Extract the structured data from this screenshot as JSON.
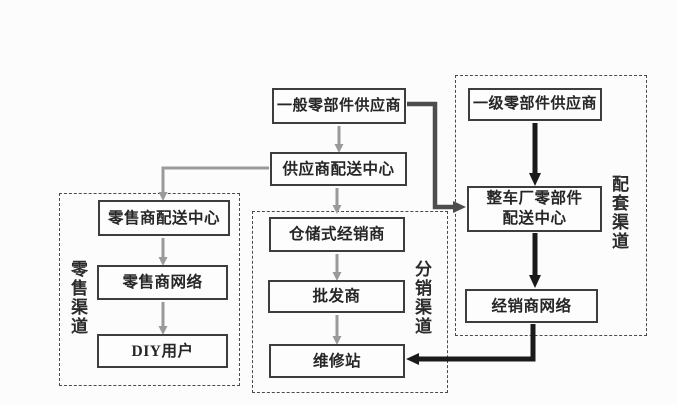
{
  "meta": {
    "type": "flow-diagram",
    "language": "zh",
    "background": "#fcfcfc"
  },
  "colors": {
    "box_border": "#3d3d3d",
    "container_border": "#4a4a4a",
    "text": "#262626",
    "arrow_gray": "#9a9a9a",
    "arrow_dark_gray": "#4d4d4d",
    "arrow_black": "#1a1a1a"
  },
  "boxes": {
    "general_supplier": {
      "label": "一般零部件供应商"
    },
    "supplier_dc": {
      "label": "供应商配送中心"
    },
    "retailer_dc": {
      "label": "零售商配送中心"
    },
    "retailer_network": {
      "label": "零售商网络"
    },
    "diy_user": {
      "label": "DIY用户"
    },
    "warehouse_dealer": {
      "label": "仓储式经销商"
    },
    "wholesaler": {
      "label": "批发商"
    },
    "repair_station": {
      "label": "维修站"
    },
    "tier1_supplier": {
      "label": "一级零部件供应商"
    },
    "oem_parts_dc": {
      "label_line1": "整车厂零部件",
      "label_line2": "配送中心"
    },
    "dealer_network": {
      "label": "经销商网络"
    }
  },
  "channels": {
    "retail": {
      "label": "零售渠道"
    },
    "distribution": {
      "label": "分销渠道"
    },
    "oem": {
      "label": "配套渠道"
    }
  },
  "flows": [
    {
      "from": "一般零部件供应商",
      "to": "供应商配送中心",
      "style": "gray"
    },
    {
      "from": "一般零部件供应商",
      "to": "整车厂零部件配送中心",
      "style": "dark-gray"
    },
    {
      "from": "供应商配送中心",
      "to": "零售商配送中心",
      "style": "gray"
    },
    {
      "from": "供应商配送中心",
      "to": "仓储式经销商",
      "style": "gray"
    },
    {
      "from": "零售商配送中心",
      "to": "零售商网络",
      "style": "gray"
    },
    {
      "from": "零售商网络",
      "to": "DIY用户",
      "style": "gray"
    },
    {
      "from": "仓储式经销商",
      "to": "批发商",
      "style": "gray"
    },
    {
      "from": "批发商",
      "to": "维修站",
      "style": "gray"
    },
    {
      "from": "一级零部件供应商",
      "to": "整车厂零部件配送中心",
      "style": "black"
    },
    {
      "from": "整车厂零部件配送中心",
      "to": "经销商网络",
      "style": "black"
    },
    {
      "from": "经销商网络",
      "to": "维修站",
      "style": "black"
    }
  ]
}
